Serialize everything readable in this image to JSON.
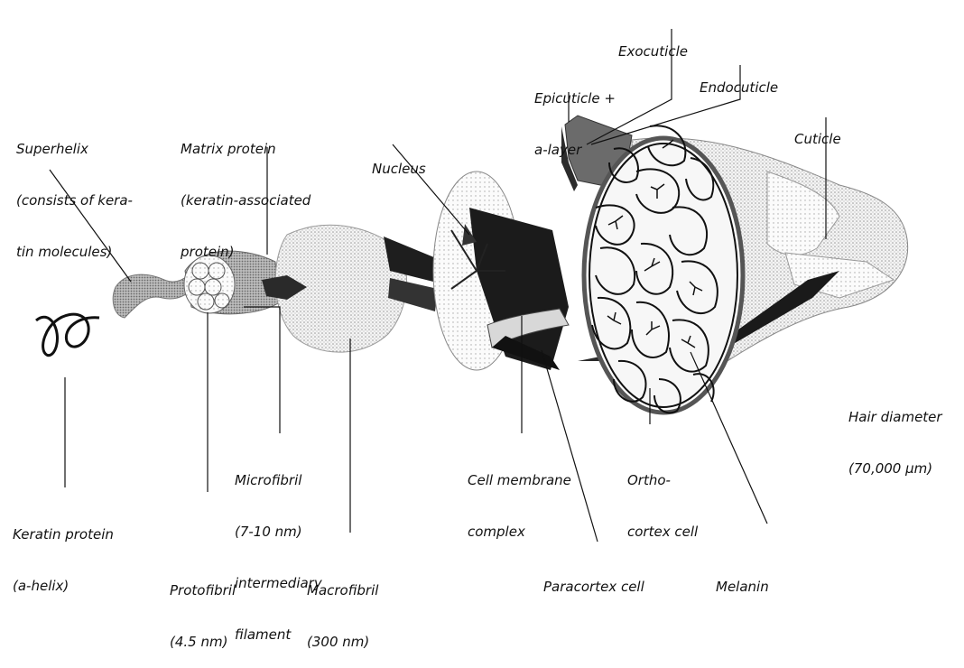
{
  "labels": {
    "exocuticle": [
      "Exocuticle"
    ],
    "endocuticle": [
      "Endocuticle"
    ],
    "epicuticle": [
      "Epicuticle +",
      "a-layer"
    ],
    "cuticle": [
      "Cuticle"
    ],
    "superhelix": [
      "Superhelix",
      "(consists of kera-",
      "tin molecules)"
    ],
    "matrix_protein": [
      "Matrix protein",
      "(keratin-associated",
      "protein)"
    ],
    "nucleus": [
      "Nucleus"
    ],
    "hair_diameter": [
      "Hair diameter",
      "(70,000 μm)"
    ],
    "microfibril": [
      "Microfibril",
      "(7-10 nm)",
      "intermediary",
      "filament"
    ],
    "cell_membrane_complex": [
      "Cell membrane",
      "complex"
    ],
    "orthocortex_cell": [
      "Ortho-",
      "cortex cell"
    ],
    "keratin_protein": [
      "Keratin protein",
      "(a-helix)"
    ],
    "protofibril": [
      "Protofibril",
      "(4.5 nm)"
    ],
    "macrofibril": [
      "Macrofibril",
      "(300 nm)"
    ],
    "paracortex_cell": [
      "Paracortex cell"
    ],
    "melanin": [
      "Melanin"
    ]
  }
}
